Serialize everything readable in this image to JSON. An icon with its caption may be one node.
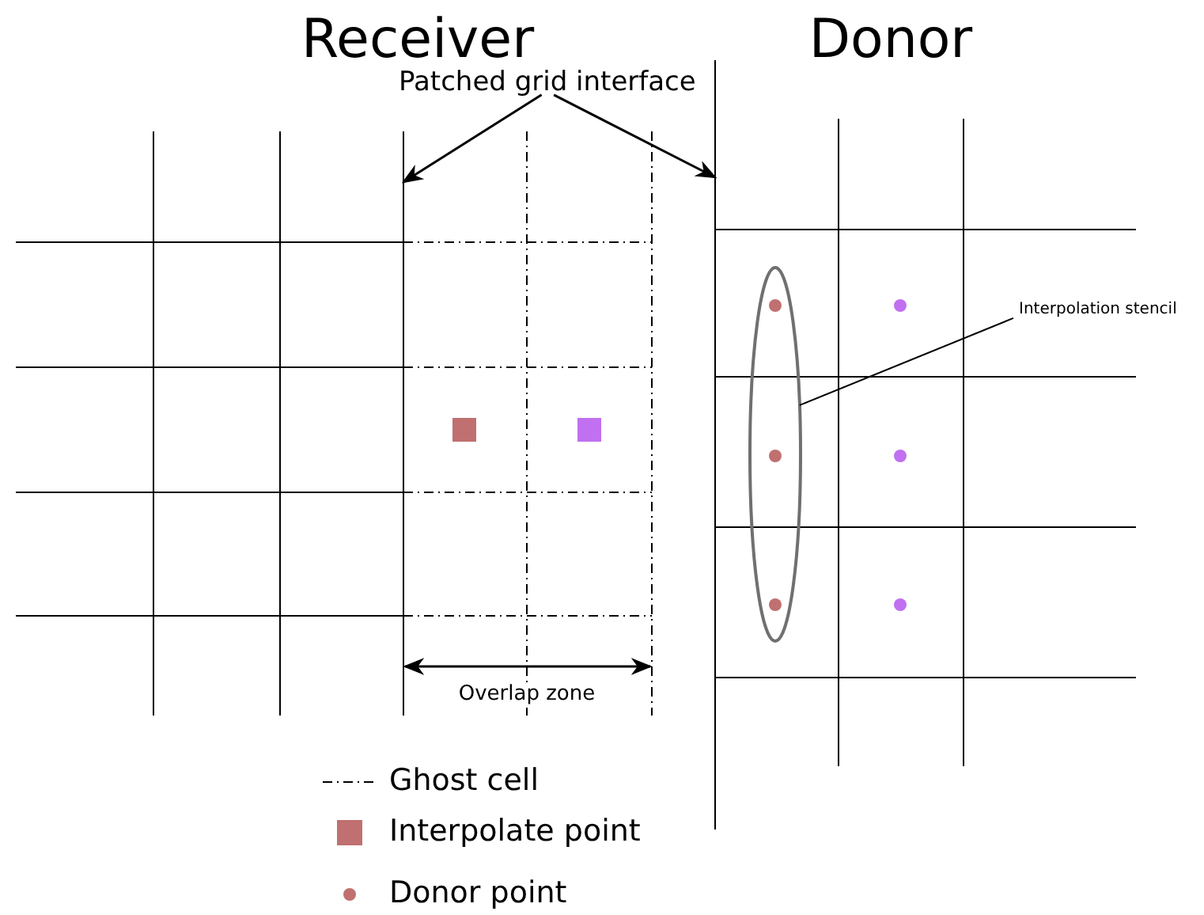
{
  "diagram": {
    "nodes": [
      {
        "text": [
          "Patched grid interface"
        ]
      },
      {
        "text": [
          "Interpolation stencil"
        ]
      },
      {
        "text": [],
        "shape": "ellipse"
      }
    ],
    "edges": [
      {
        "from": 0,
        "to": null,
        "arrow": "to"
      },
      {
        "from": 0,
        "to": null,
        "arrow": "to"
      },
      {
        "from": 1,
        "to": 2,
        "arrow": "none"
      }
    ],
    "labels": [
      "Receiver",
      "Donor",
      "Overlap zone"
    ],
    "legend": [
      {
        "text": "Ghost cell"
      },
      {
        "text": "Interpolate point",
        "color": "#c07070"
      },
      {
        "text": "Donor point",
        "color": "#c07070"
      }
    ]
  }
}
